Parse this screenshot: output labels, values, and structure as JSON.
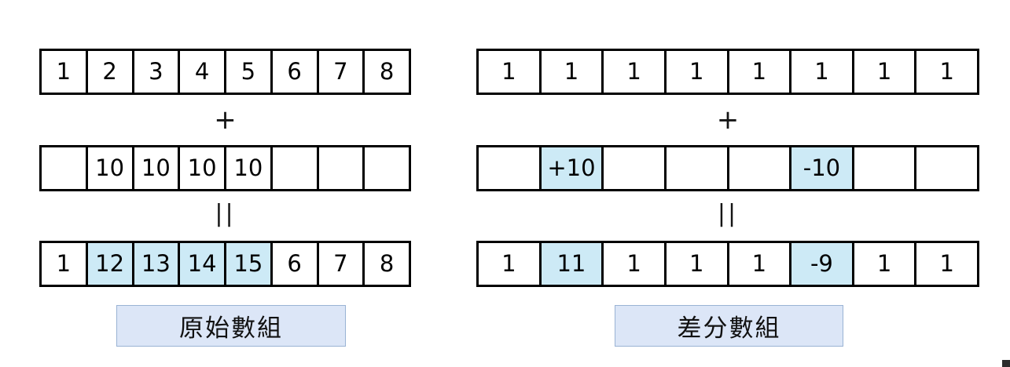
{
  "diagram": {
    "title": "difference-array-illustration",
    "colors": {
      "highlight": "#cdeaf6",
      "caption_fill": "#dce6f7",
      "caption_border": "#9ab3d4",
      "cell_border": "#000000"
    },
    "operators": {
      "plus": "+",
      "equals": "||"
    },
    "panels": [
      {
        "id": "original-array",
        "caption": "原始數組",
        "rows": [
          {
            "id": "base-row",
            "cells": [
              {
                "value": "1",
                "highlight": false
              },
              {
                "value": "2",
                "highlight": false
              },
              {
                "value": "3",
                "highlight": false
              },
              {
                "value": "4",
                "highlight": false
              },
              {
                "value": "5",
                "highlight": false
              },
              {
                "value": "6",
                "highlight": false
              },
              {
                "value": "7",
                "highlight": false
              },
              {
                "value": "8",
                "highlight": false
              }
            ]
          },
          {
            "id": "delta-row",
            "cells": [
              {
                "value": "",
                "highlight": false
              },
              {
                "value": "10",
                "highlight": false
              },
              {
                "value": "10",
                "highlight": false
              },
              {
                "value": "10",
                "highlight": false
              },
              {
                "value": "10",
                "highlight": false
              },
              {
                "value": "",
                "highlight": false
              },
              {
                "value": "",
                "highlight": false
              },
              {
                "value": "",
                "highlight": false
              }
            ]
          },
          {
            "id": "result-row",
            "cells": [
              {
                "value": "1",
                "highlight": false
              },
              {
                "value": "12",
                "highlight": true
              },
              {
                "value": "13",
                "highlight": true
              },
              {
                "value": "14",
                "highlight": true
              },
              {
                "value": "15",
                "highlight": true
              },
              {
                "value": "6",
                "highlight": false
              },
              {
                "value": "7",
                "highlight": false
              },
              {
                "value": "8",
                "highlight": false
              }
            ]
          }
        ]
      },
      {
        "id": "difference-array",
        "caption": "差分數組",
        "rows": [
          {
            "id": "base-row",
            "cells": [
              {
                "value": "1",
                "highlight": false
              },
              {
                "value": "1",
                "highlight": false
              },
              {
                "value": "1",
                "highlight": false
              },
              {
                "value": "1",
                "highlight": false
              },
              {
                "value": "1",
                "highlight": false
              },
              {
                "value": "1",
                "highlight": false
              },
              {
                "value": "1",
                "highlight": false
              },
              {
                "value": "1",
                "highlight": false
              }
            ]
          },
          {
            "id": "delta-row",
            "cells": [
              {
                "value": "",
                "highlight": false
              },
              {
                "value": "+10",
                "highlight": true
              },
              {
                "value": "",
                "highlight": false
              },
              {
                "value": "",
                "highlight": false
              },
              {
                "value": "",
                "highlight": false
              },
              {
                "value": "-10",
                "highlight": true
              },
              {
                "value": "",
                "highlight": false
              },
              {
                "value": "",
                "highlight": false
              }
            ]
          },
          {
            "id": "result-row",
            "cells": [
              {
                "value": "1",
                "highlight": false
              },
              {
                "value": "11",
                "highlight": true
              },
              {
                "value": "1",
                "highlight": false
              },
              {
                "value": "1",
                "highlight": false
              },
              {
                "value": "1",
                "highlight": false
              },
              {
                "value": "-9",
                "highlight": true
              },
              {
                "value": "1",
                "highlight": false
              },
              {
                "value": "1",
                "highlight": false
              }
            ]
          }
        ]
      }
    ]
  }
}
